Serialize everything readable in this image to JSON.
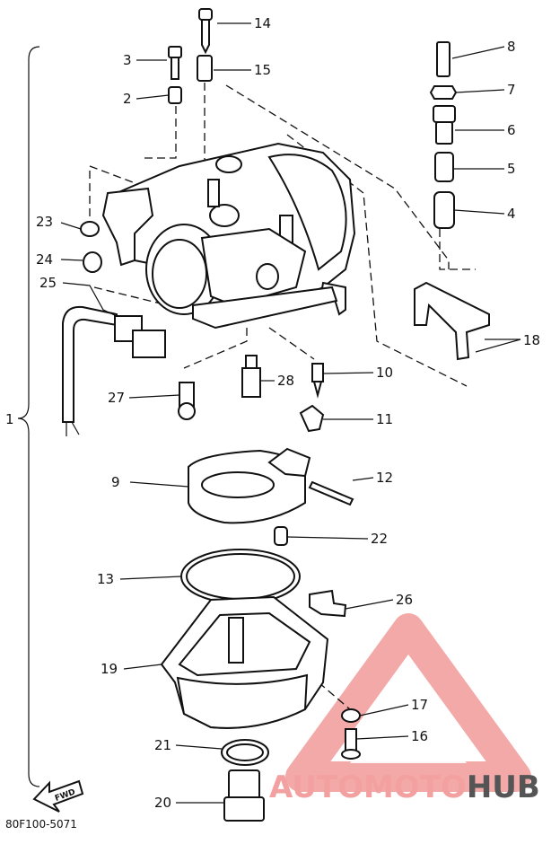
{
  "diagram_code": "80F100-5071",
  "group_label": "1",
  "direction_badge": "FWD",
  "watermark": {
    "text_a": "AUTOMOTO",
    "text_b": "HUB",
    "color_a": "#f3a0a0",
    "color_b": "#555555"
  },
  "callouts": {
    "c2": "2",
    "c3": "3",
    "c4": "4",
    "c5": "5",
    "c6": "6",
    "c7": "7",
    "c8": "8",
    "c9": "9",
    "c10": "10",
    "c11": "11",
    "c12": "12",
    "c13": "13",
    "c14": "14",
    "c15": "15",
    "c16": "16",
    "c17": "17",
    "c18": "18",
    "c19": "19",
    "c20": "20",
    "c21": "21",
    "c22": "22",
    "c23": "23",
    "c24": "24",
    "c25": "25",
    "c26": "26",
    "c27": "27",
    "c28": "28"
  }
}
